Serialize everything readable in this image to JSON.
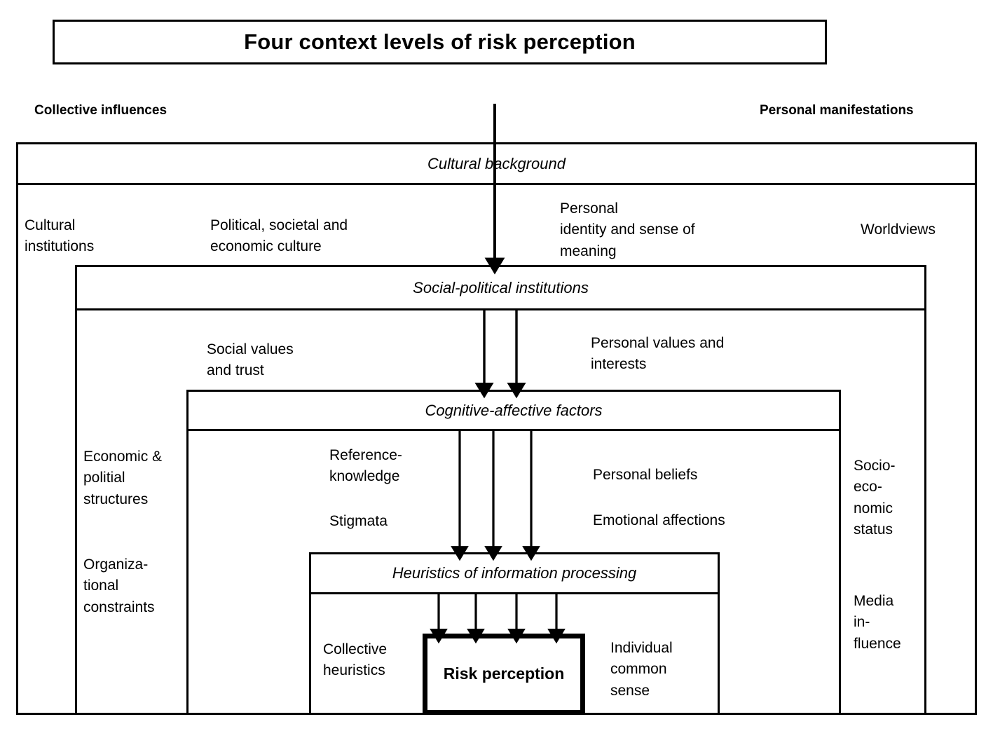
{
  "title": {
    "text": "Four context levels of risk perception"
  },
  "captions": {
    "left": "Collective\ninfluences",
    "right": "Personal\nmanifestations"
  },
  "levels": [
    {
      "id": "level1",
      "header": "Cultural background",
      "descriptors": [
        "Cultural\ninstitutions",
        "Political, societal and\neconomic culture",
        "Personal\nidentity and sense of\nmeaning",
        "Worldviews"
      ]
    },
    {
      "id": "level2",
      "header": "Social-political institutions",
      "descriptors": [
        "Social values\nand trust",
        "Personal values and\ninterests",
        "Economic &\npolitial\nstructures",
        "Organiza-\ntional\nconstraints",
        "Socio-\neco-\nnomic\nstatus",
        "Media\nin-\nfluence"
      ]
    },
    {
      "id": "level3",
      "header": "Cognitive-affective factors",
      "descriptors": [
        "Reference-\nknowledge",
        "Stigmata",
        "Personal beliefs",
        "Emotional affections"
      ]
    },
    {
      "id": "level4",
      "header": "Heuristics of information processing",
      "descriptors": [
        "Collective\nheuristics",
        "Individual\ncommon\nsense"
      ]
    }
  ],
  "core": {
    "label": "Risk\nperception"
  },
  "colors": {
    "stroke": "#000000",
    "background": "#ffffff"
  },
  "arrow_groups": [
    {
      "name": "top-into-cultural-background",
      "count": 1
    },
    {
      "name": "into-social-political",
      "count": 2
    },
    {
      "name": "into-cognitive-affective",
      "count": 3
    },
    {
      "name": "into-risk-perception",
      "count": 4
    }
  ]
}
